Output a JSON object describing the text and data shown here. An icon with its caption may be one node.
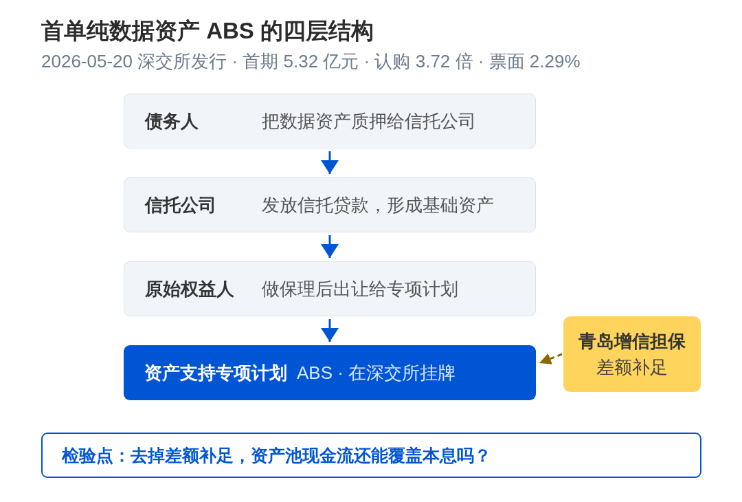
{
  "diagram": {
    "title": "首单纯数据资产 ABS 的四层结构",
    "nodes": [
      {
        "text": [
          "债务人",
          "把数据资产质押给信托公司"
        ]
      },
      {
        "text": [
          "信托公司",
          "发放信托贷款，形成基础资产"
        ]
      },
      {
        "text": [
          "原始权益人",
          "做保理后出让给专项计划"
        ]
      },
      {
        "text": [
          "资产支持专项计划",
          "ABS · 在深交所挂牌"
        ]
      },
      {
        "text": [
          "青岛增信担保",
          "差额补足"
        ]
      },
      {
        "text": [
          "检验点：去掉差额补足，资产池现金流还能覆盖本息吗？"
        ]
      }
    ],
    "edges": [
      {
        "from": 0,
        "to": 1,
        "arrow": "to"
      },
      {
        "from": 1,
        "to": 2,
        "arrow": "to"
      },
      {
        "from": 2,
        "to": 3,
        "arrow": "to"
      },
      {
        "from": 4,
        "to": 3,
        "arrow": "to",
        "style": "dashed",
        "color": "#8a6a00"
      }
    ],
    "labels": [
      "2026-05-20 深交所发行 · 首期 5.32 亿元 · 认购 3.72 倍 · 票面 2.29%"
    ]
  }
}
